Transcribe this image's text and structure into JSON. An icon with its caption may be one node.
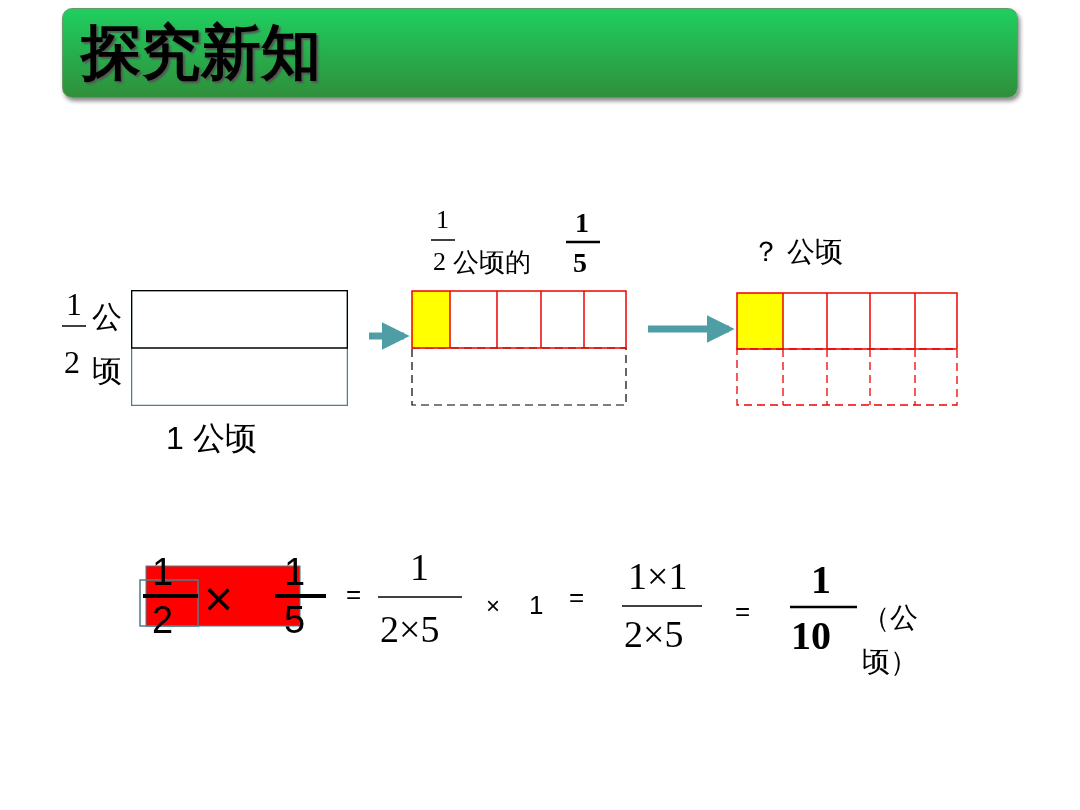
{
  "diagram": {
    "title": "探究新知",
    "nodes": [
      {
        "text": [],
        "shape": "box",
        "beside": [
          "1",
          "2",
          "公顷",
          "1 公顷"
        ]
      },
      {
        "text": [],
        "shape": "box",
        "beside": [
          "1",
          "2",
          "公顷的",
          "1",
          "5"
        ]
      },
      {
        "text": [],
        "shape": "box",
        "beside": [
          "？ 公顷"
        ]
      }
    ],
    "edges": [
      {
        "from": 0,
        "to": 1,
        "arrow": "to"
      },
      {
        "from": 1,
        "to": 2,
        "arrow": "to"
      }
    ],
    "labels": [
      "1",
      "2",
      "×",
      "1",
      "5",
      "=",
      "1",
      "2×5",
      "×",
      "1",
      "=",
      "1×1",
      "2×5",
      "=",
      "1",
      "10",
      "（公顷）"
    ]
  }
}
